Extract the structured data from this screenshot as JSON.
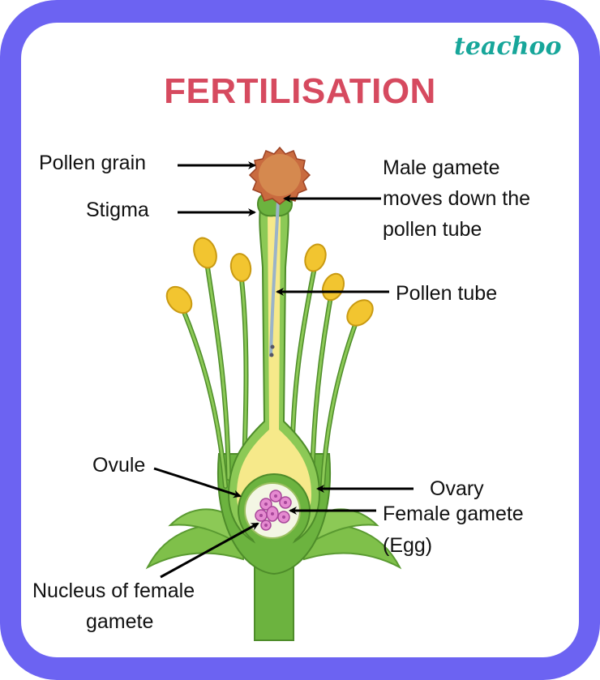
{
  "title": "FERTILISATION",
  "brand": "teachoo",
  "labels": {
    "pollen_grain": "Pollen grain",
    "stigma": "Stigma",
    "male_gamete": [
      "Male gamete",
      "moves down the",
      "pollen tube"
    ],
    "pollen_tube": "Pollen tube",
    "ovule": "Ovule",
    "ovary": "Ovary",
    "female_gamete": [
      "Female gamete",
      "(Egg)"
    ],
    "nucleus": [
      "Nucleus of female",
      "gamete"
    ]
  },
  "colors": {
    "frame": "#6c63f2",
    "title": "#d64a5f",
    "brand": "#17a69a",
    "stem_green": "#6cb33f",
    "dark_green": "#4e8c2a",
    "yellow": "#f6e98a",
    "anther": "#f2c530",
    "pollen": "#c96b3f",
    "egg": "#e58ad0"
  }
}
